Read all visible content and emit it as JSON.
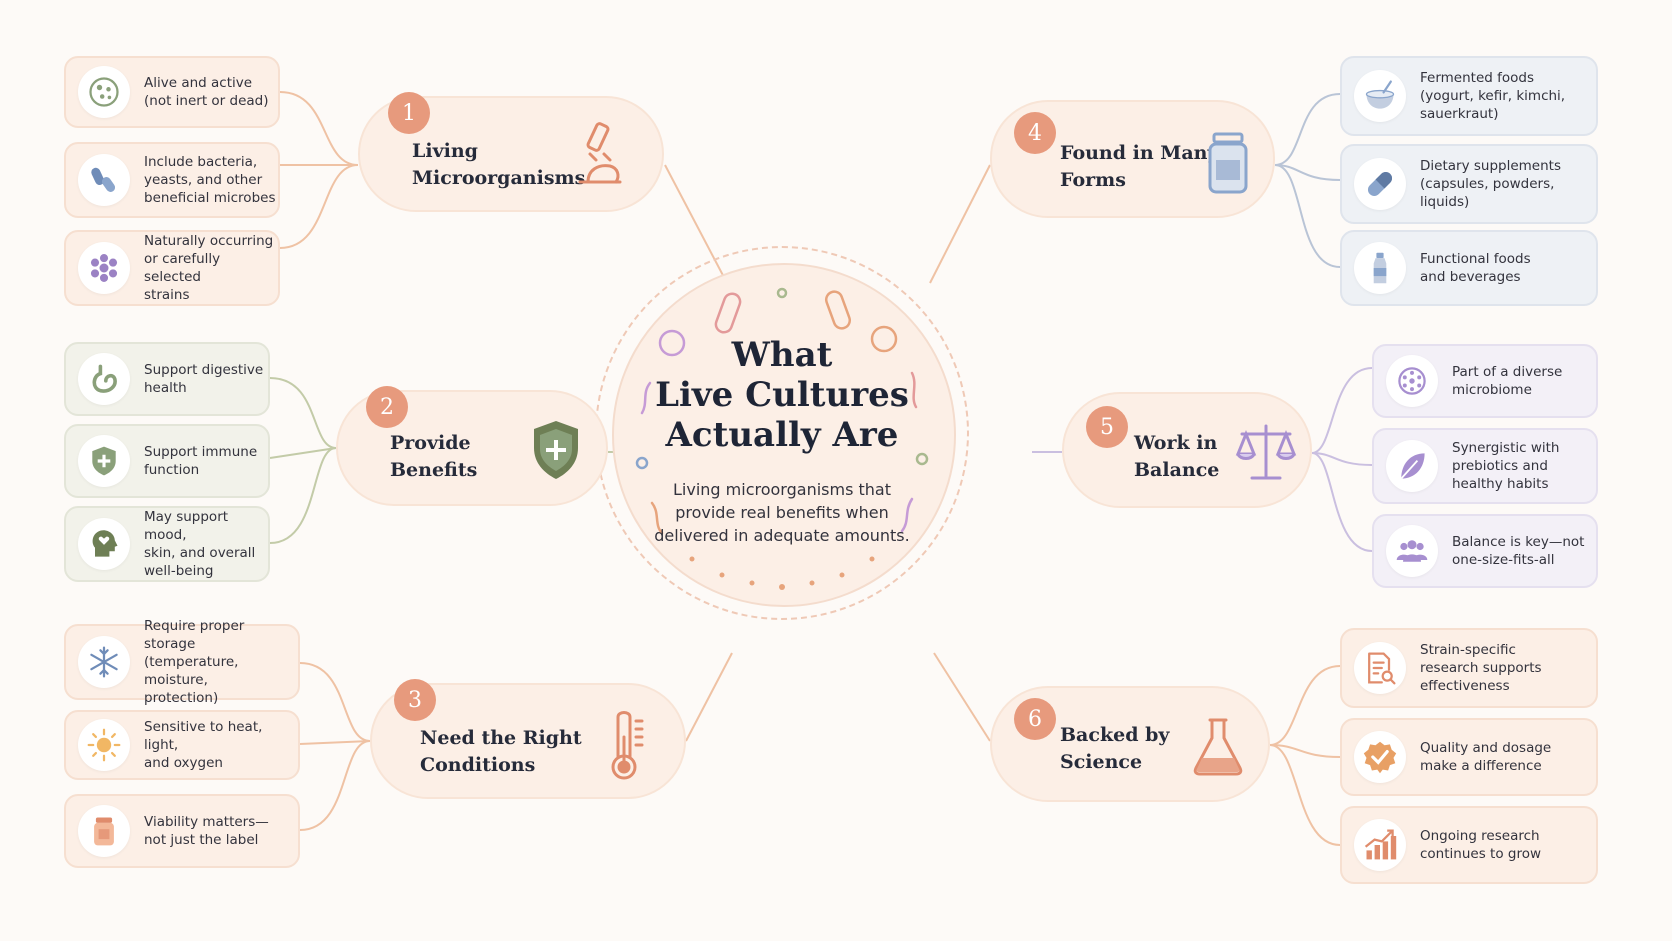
{
  "center": {
    "title": "What\nLive Cultures\nActually Are",
    "subtitle": "Living microorganisms that provide real benefits when delivered in adequate amounts."
  },
  "sections": [
    {
      "number": "1",
      "title": "Living\nMicroorganisms",
      "icon": "microscope-icon",
      "items": [
        {
          "text": "Alive and active\n(not inert or dead)",
          "icon": "cell-icon"
        },
        {
          "text": "Include bacteria,\nyeasts, and other\nbeneficial microbes",
          "icon": "bacteria-icon"
        },
        {
          "text": "Naturally occurring\nor carefully selected\nstrains",
          "icon": "cluster-icon"
        }
      ]
    },
    {
      "number": "2",
      "title": "Provide\nBenefits",
      "icon": "shield-icon",
      "items": [
        {
          "text": "Support digestive\nhealth",
          "icon": "stomach-icon"
        },
        {
          "text": "Support immune\nfunction",
          "icon": "shield-plus-icon"
        },
        {
          "text": "May support mood,\nskin, and overall\nwell-being",
          "icon": "head-heart-icon"
        }
      ]
    },
    {
      "number": "3",
      "title": "Need the Right\nConditions",
      "icon": "thermometer-icon",
      "items": [
        {
          "text": "Require proper storage\n(temperature, moisture,\nprotection)",
          "icon": "snowflake-icon"
        },
        {
          "text": "Sensitive to heat, light,\nand oxygen",
          "icon": "sun-icon"
        },
        {
          "text": "Viability matters—\nnot just the label",
          "icon": "jar-icon"
        }
      ]
    },
    {
      "number": "4",
      "title": "Found in Many\nForms",
      "icon": "bottle-icon",
      "items": [
        {
          "text": "Fermented foods\n(yogurt, kefir, kimchi,\nsauerkraut)",
          "icon": "bowl-icon"
        },
        {
          "text": "Dietary supplements\n(capsules, powders,\nliquids)",
          "icon": "capsule-icon"
        },
        {
          "text": "Functional foods\nand beverages",
          "icon": "drink-bottle-icon"
        }
      ]
    },
    {
      "number": "5",
      "title": "Work in\nBalance",
      "icon": "scale-icon",
      "items": [
        {
          "text": "Part of a diverse\nmicrobiome",
          "icon": "microbiome-icon"
        },
        {
          "text": "Synergistic with\nprebiotics and\nhealthy habits",
          "icon": "leaf-icon"
        },
        {
          "text": "Balance is key—not\none-size-fits-all",
          "icon": "people-icon"
        }
      ]
    },
    {
      "number": "6",
      "title": "Backed by\nScience",
      "icon": "flask-icon",
      "items": [
        {
          "text": "Strain-specific\nresearch supports\neffectiveness",
          "icon": "document-search-icon"
        },
        {
          "text": "Quality and dosage\nmake a difference",
          "icon": "badge-check-icon"
        },
        {
          "text": "Ongoing research\ncontinues to grow",
          "icon": "chart-up-icon"
        }
      ]
    }
  ],
  "colors": {
    "accent": "#e79a7d",
    "peach": "#fcefe6",
    "sage": "#f2f2ea",
    "blue": "#eef1f5",
    "lavender": "#f3f0f7",
    "title": "#1e2536"
  }
}
